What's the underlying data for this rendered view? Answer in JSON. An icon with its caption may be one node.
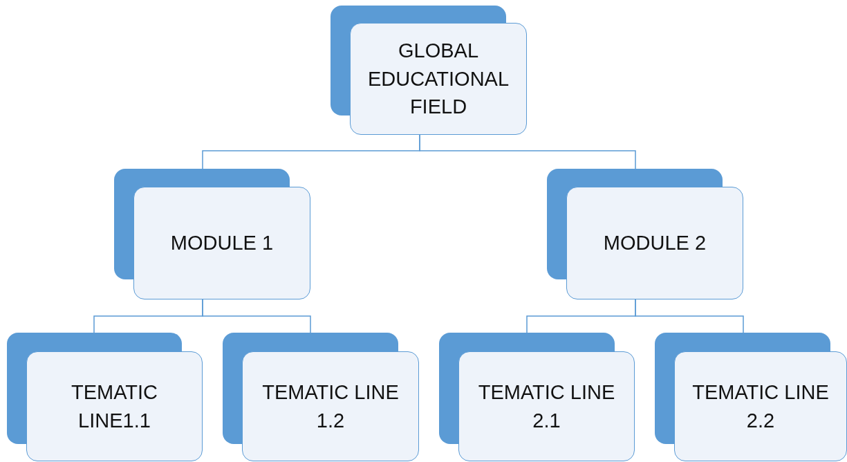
{
  "diagram": {
    "nodes": [
      {
        "text": [
          "GLOBAL EDUCATIONAL FIELD"
        ]
      },
      {
        "text": [
          "MODULE 1"
        ]
      },
      {
        "text": [
          "MODULE 2"
        ]
      },
      {
        "text": [
          "TEMATIC LINE1.1"
        ]
      },
      {
        "text": [
          "TEMATIC LINE 1.2"
        ]
      },
      {
        "text": [
          "TEMATIC LINE 2.1"
        ]
      },
      {
        "text": [
          "TEMATIC LINE 2.2"
        ]
      }
    ],
    "edges": [
      {
        "from": 0,
        "to": 1,
        "arrow": "none"
      },
      {
        "from": 0,
        "to": 2,
        "arrow": "none"
      },
      {
        "from": 1,
        "to": 3,
        "arrow": "none"
      },
      {
        "from": 1,
        "to": 4,
        "arrow": "none"
      },
      {
        "from": 2,
        "to": 5,
        "arrow": "none"
      },
      {
        "from": 2,
        "to": 6,
        "arrow": "none"
      }
    ]
  }
}
